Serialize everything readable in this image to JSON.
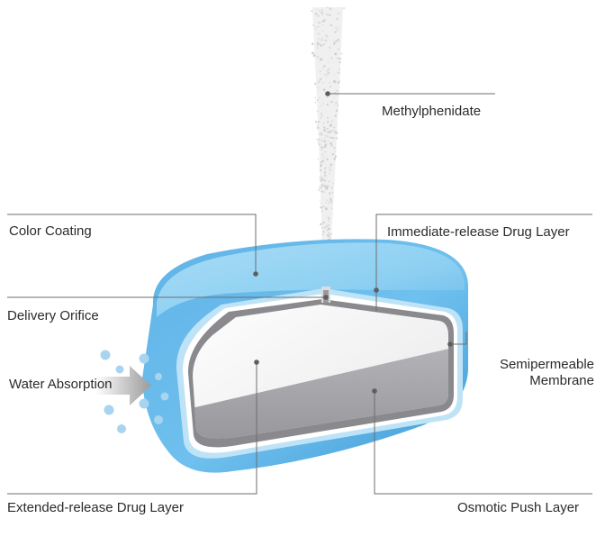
{
  "labels": {
    "methylphenidate": "Methylphenidate",
    "color_coating": "Color Coating",
    "immediate_release": "Immediate-release Drug Layer",
    "delivery_orifice": "Delivery Orifice",
    "semipermeable_line1": "Semipermeable",
    "semipermeable_line2": "Membrane",
    "water_absorption": "Water Absorption",
    "extended_release": "Extended-release Drug Layer",
    "osmotic_push": "Osmotic Push Layer"
  },
  "colors": {
    "coating": "#7cc7ee",
    "membrane": "#8a8a8e",
    "drug_layer": "#ececee",
    "push_layer": "#a9a9ad",
    "water_drop": "#a9d4ef",
    "leader_line": "#6e6e6e"
  }
}
